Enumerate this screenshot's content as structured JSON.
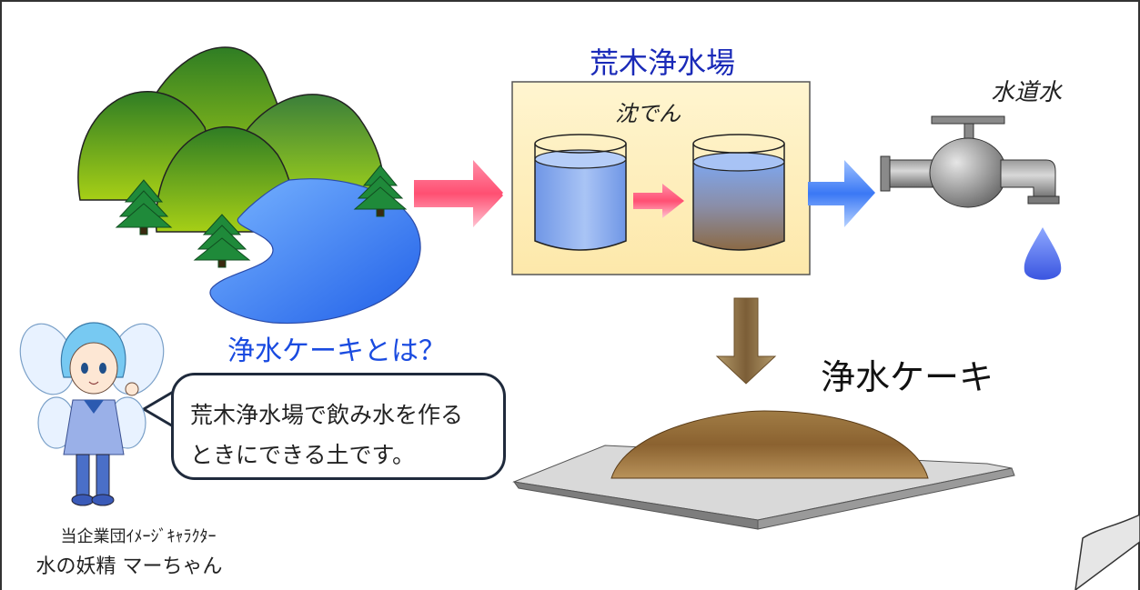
{
  "plant": {
    "title": "荒木浄水場",
    "process": "沈でん"
  },
  "tap": {
    "label": "水道水"
  },
  "cake": {
    "label": "浄水ケーキ"
  },
  "question": {
    "title": "浄水ケーキとは？"
  },
  "speech": {
    "line1": "荒木浄水場で飲み水を作る",
    "line2": "ときにできる土です。"
  },
  "character": {
    "caption_line1": "当企業団ｲﾒｰｼﾞｷｬﾗｸﾀｰ",
    "caption_line2": "水の妖精 マーちゃん"
  },
  "colors": {
    "title_blue": "#1a2ab8",
    "question_blue": "#1a4be0",
    "frame_border": "#333333"
  }
}
